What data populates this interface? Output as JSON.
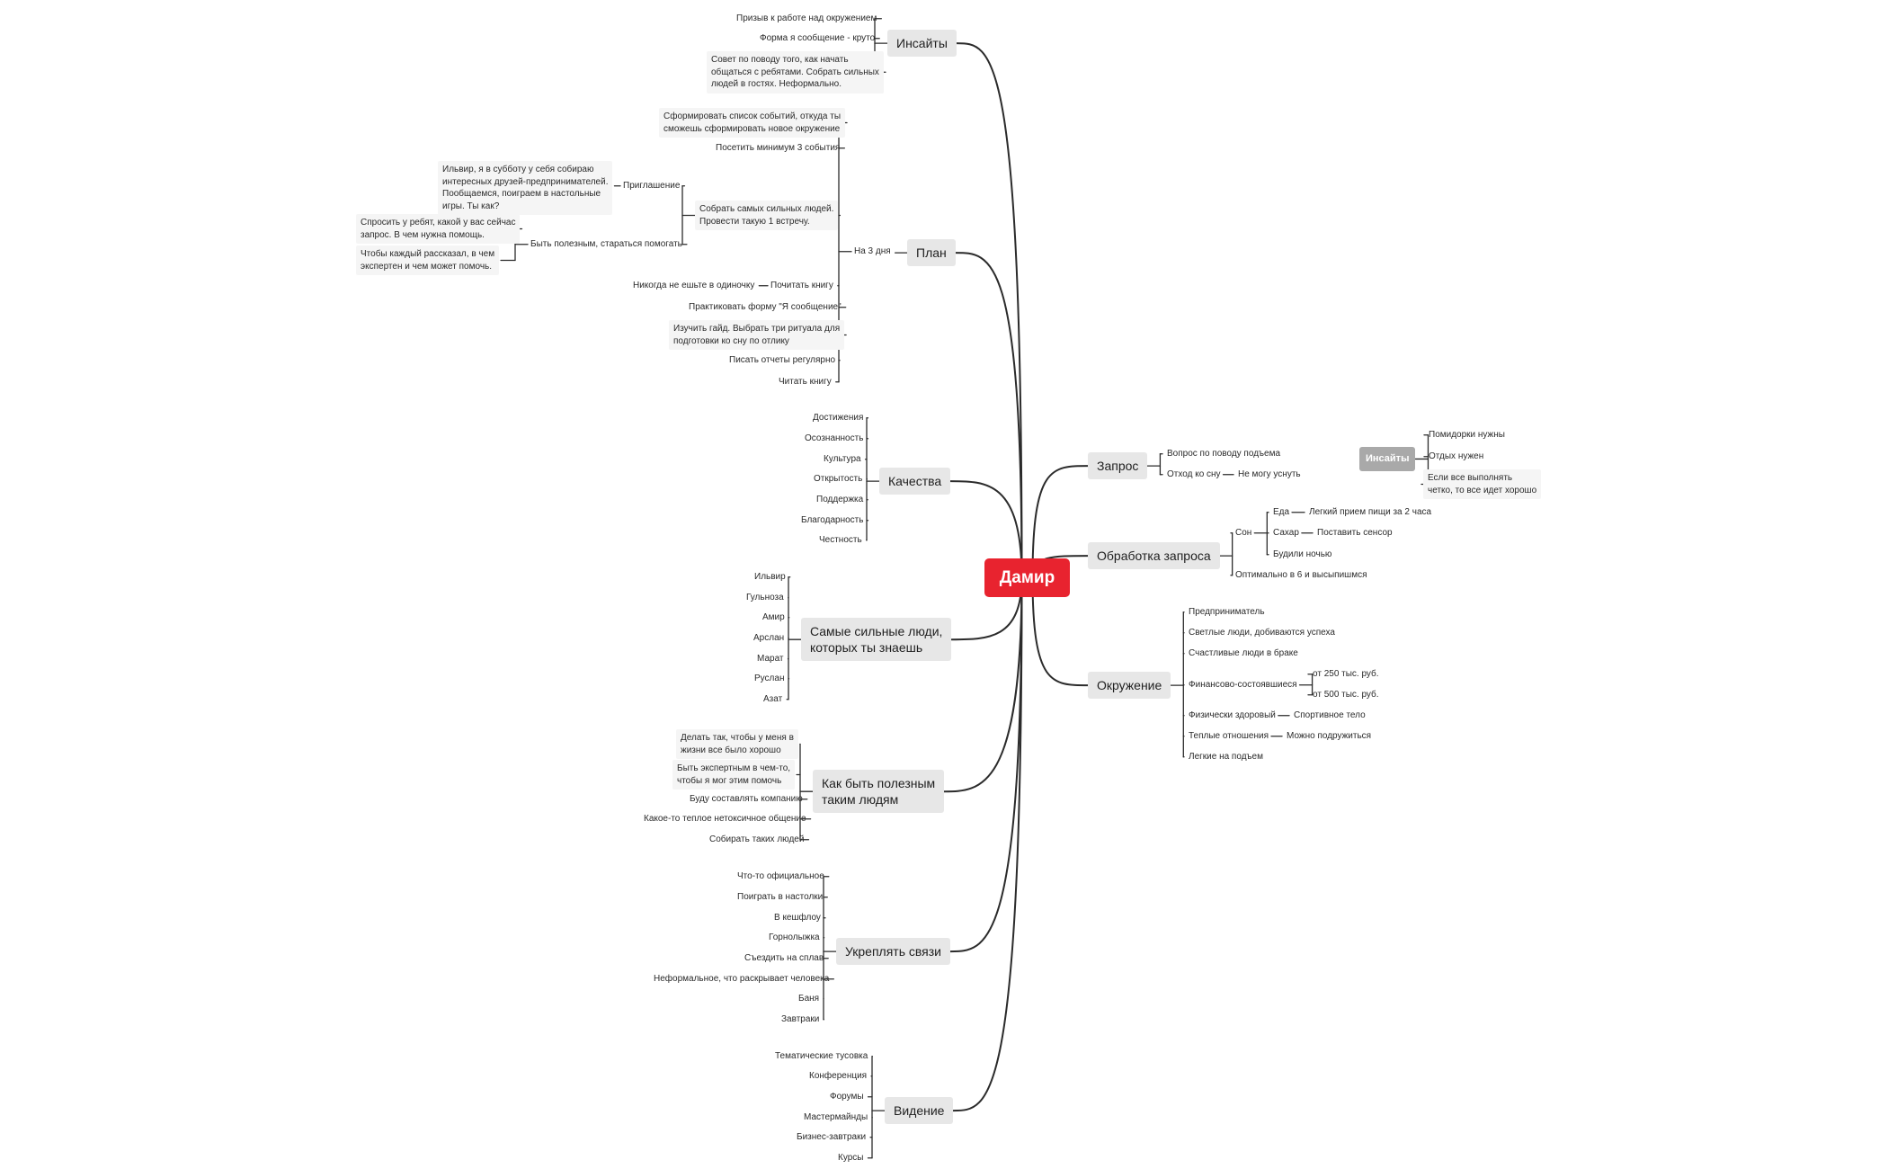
{
  "root": {
    "label": "Дамир",
    "color": "#e8232f"
  },
  "insights": {
    "label": "Инсайты",
    "items": [
      "Призыв к работе над окружением",
      "Форма я сообщение - круто",
      "Совет по поводу того, как начать\nобщаться с ребятами. Собрать сильных\nлюдей в гостях. Неформально."
    ]
  },
  "plan": {
    "label": "План",
    "period": "На 3 дня",
    "items": {
      "list": "Сформировать список событий, откуда ты\nсможешь сформировать новое окружение",
      "visit": "Посетить минимум 3 события",
      "gather": "Собрать самых сильных людей.\nПровести такую 1 встречу.",
      "invite": "Приглашение",
      "invite_text": "Ильвир, я в субботу у себя собираю\nинтересных друзей-предпринимателей.\nПообщаемся, поиграем в настольные\nигры. Ты как?",
      "useful": "Быть полезным, стараться помогать",
      "useful_a": "Спросить у ребят, какой у вас сейчас\nзапрос. В чем нужна помощь.",
      "useful_b": "Чтобы каждый рассказал, в чем\nэкспертен и чем может помочь.",
      "read": "Почитать книгу",
      "read_child": "Никогда не ешьте в одиночку",
      "practice": "Практиковать форму \"Я сообщение\"",
      "guide": "Изучить гайд. Выбрать три ритуала для\nподготовки ко сну по отлику",
      "reports": "Писать отчеты регулярно",
      "read2": "Читать книгу"
    }
  },
  "qualities": {
    "label": "Качества",
    "items": [
      "Достижения",
      "Осознанность",
      "Культура",
      "Открытость",
      "Поддержка",
      "Благодарность",
      "Честность"
    ]
  },
  "people": {
    "label": "Самые сильные люди,\nкоторых ты знаешь",
    "items": [
      "Ильвир",
      "Гульноза",
      "Амир",
      "Арслан",
      "Марат",
      "Руслан",
      "Азат"
    ]
  },
  "useful": {
    "label": "Как быть полезным\nтаким людям",
    "items": [
      "Делать так, чтобы у меня в\nжизни все было хорошо",
      "Быть экспертным в чем-то,\nчтобы я мог этим помочь",
      "Буду составлять компанию",
      "Какое-то теплое нетоксичное общение",
      "Собирать таких людей"
    ]
  },
  "bonds": {
    "label": "Укреплять связи",
    "items": [
      "Что-то официальное",
      "Поиграть в настолки",
      "В кешфлоу",
      "Горнолыжка",
      "Съездить на сплав",
      "Неформальное, что раскрывает человека",
      "Баня",
      "Завтраки"
    ]
  },
  "vision": {
    "label": "Видение",
    "items": [
      "Тематические тусовка",
      "Конференция",
      "Форумы",
      "Мастермайнды",
      "Бизнес-завтраки",
      "Курсы"
    ]
  },
  "request": {
    "label": "Запрос",
    "items": [
      "Вопрос по поводу подъема",
      "Отход ко сну"
    ],
    "sleep_child": "Не могу уснуть",
    "insights_label": "Инсайты",
    "insights": [
      "Помидорки нужны",
      "Отдых нужен",
      "Если все выполнять\nчетко, то все идет хорошо"
    ]
  },
  "processing": {
    "label": "Обработка запроса",
    "sleep": "Сон",
    "food": "Еда",
    "food_child": "Легкий прием пищи за 2 часа",
    "sugar": "Сахар",
    "sugar_child": "Поставить сенсор",
    "wake": "Будили ночью",
    "optimal": "Оптимально в 6 и высыпишмся"
  },
  "environment": {
    "label": "Окружение",
    "items": {
      "entrepreneur": "Предприниматель",
      "bright": "Светлые люди, добиваются успеха",
      "married": "Счастливые люди в браке",
      "wealthy": "Финансово-состоявшиеся",
      "w250": "от 250 тыс. руб.",
      "w500": "от 500 тыс. руб.",
      "healthy": "Физически здоровый",
      "body": "Спортивное тело",
      "warm": "Теплые отношения",
      "friends": "Можно подружиться",
      "easy": "Легкие на подъем"
    }
  },
  "colors": {
    "line": "#2b2b2b",
    "node_bg": "#e7e7e7",
    "insight_bg": "#a9a9a9"
  }
}
